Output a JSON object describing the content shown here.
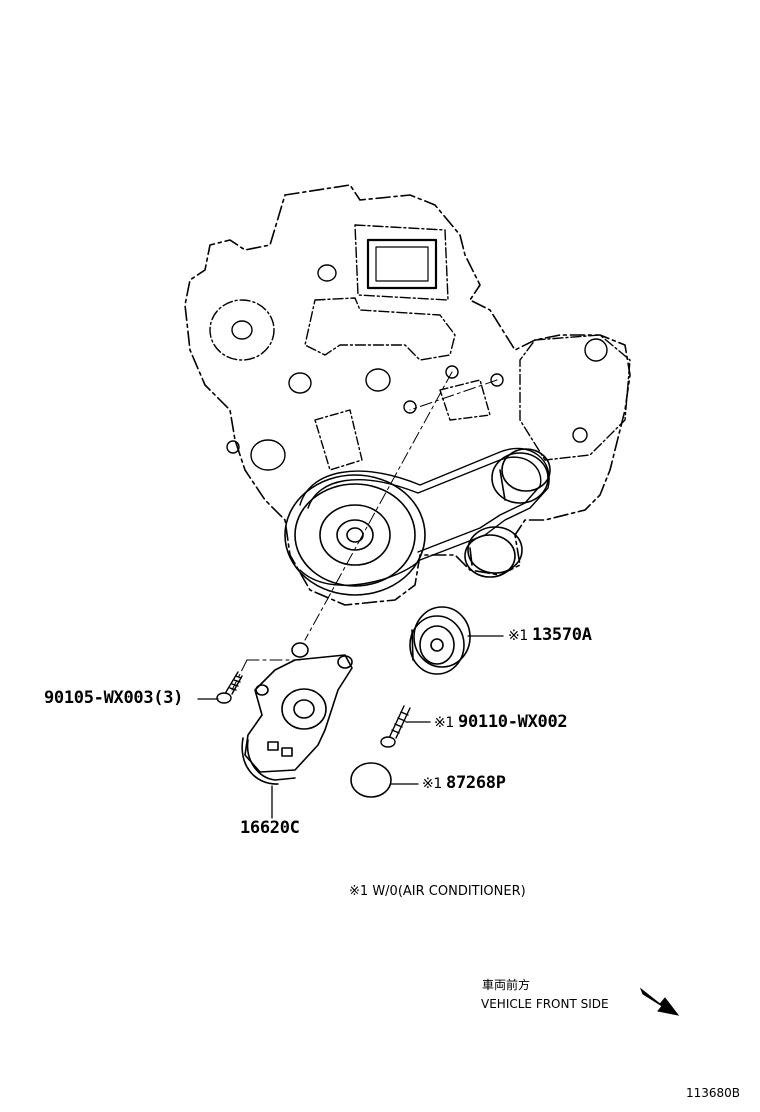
{
  "callouts": {
    "idler_pulley": {
      "mark": "※1",
      "part_no": "13570A"
    },
    "bolt_tensioner": {
      "part_no": "90105-WX003(3)"
    },
    "bolt_idler": {
      "mark": "※1",
      "part_no": "90110-WX002"
    },
    "cap": {
      "mark": "※1",
      "part_no": "87268P"
    },
    "tensioner": {
      "part_no": "16620C"
    }
  },
  "footnote": {
    "mark": "※1",
    "text": "W/0(AIR CONDITIONER)"
  },
  "direction": {
    "japanese": "車両前方",
    "english": "VEHICLE FRONT SIDE"
  },
  "figure_id": "113680B",
  "colors": {
    "ink": "#000000",
    "paper": "#ffffff"
  }
}
